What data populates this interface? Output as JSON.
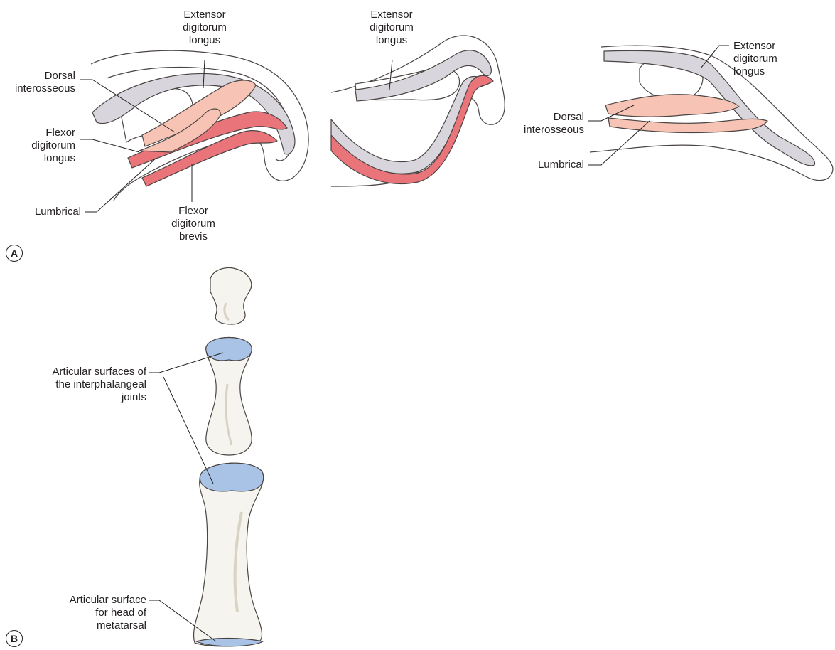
{
  "panels": {
    "a": "A",
    "b": "B"
  },
  "labels": {
    "a1_extensor": "Extensor\ndigitorum\nlongus",
    "a1_dorsal": "Dorsal\ninterosseous",
    "a1_flexor_longus": "Flexor\ndigitorum\nlongus",
    "a1_lumbrical": "Lumbrical",
    "a1_flexor_brevis": "Flexor\ndigitorum\nbrevis",
    "a2_extensor": "Extensor\ndigitorum\nlongus",
    "a3_extensor": "Extensor\ndigitorum\nlongus",
    "a3_dorsal": "Dorsal\ninterosseous",
    "a3_lumbrical": "Lumbrical",
    "b_interphalangeal": "Articular surfaces of\nthe interphalangeal\njoints",
    "b_metatarsal": "Articular surface\nfor head of\nmetatarsal"
  },
  "colors": {
    "outline": "#4a4443",
    "tendon_gray": "#d8d6dc",
    "muscle_light": "#f7c3b4",
    "muscle_red": "#e9747a",
    "bone": "#f6f4ee",
    "bone_shade": "#d9d3c4",
    "cartilage": "#a9c3e6"
  }
}
